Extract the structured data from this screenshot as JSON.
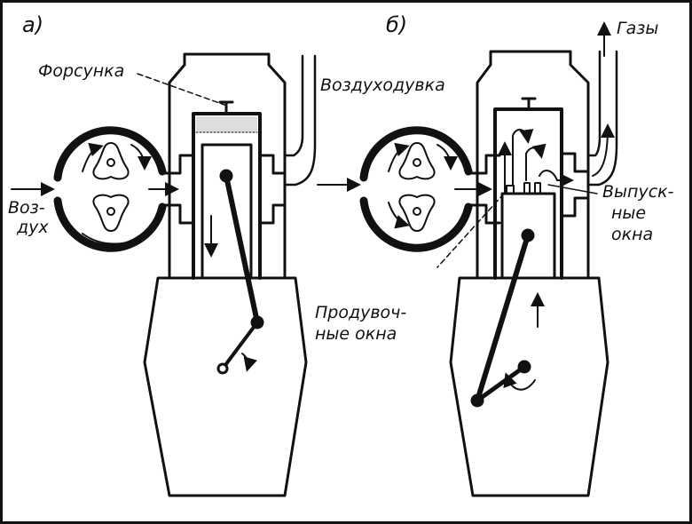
{
  "panels": {
    "a": {
      "tag": "а)",
      "injector": "Форсунка",
      "air_1": "Воз-",
      "air_2": "дух"
    },
    "b": {
      "tag": "б)",
      "gases": "Газы",
      "blower": "Воздуходувка",
      "exhaust_1": "Выпуск-",
      "exhaust_2": "ные",
      "exhaust_3": "окна",
      "scavenge_1": "Продувоч-",
      "scavenge_2": "ные окна"
    }
  }
}
